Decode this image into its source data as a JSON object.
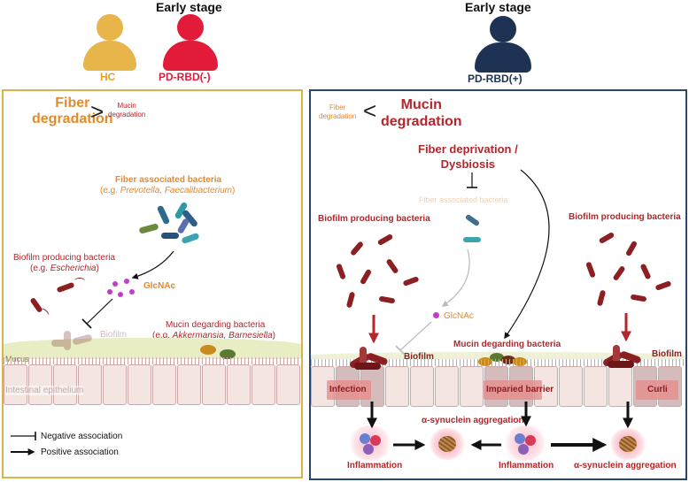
{
  "header": {
    "early_stage_left": "Early stage",
    "early_stage_right": "Early stage",
    "hc": "HC",
    "pd_neg": "PD-RBD(-)",
    "pd_pos": "PD-RBD(+)"
  },
  "left_panel": {
    "fiber_degradation": "Fiber\ndegradation",
    "mucin_degradation": "Mucin\ndegradation",
    "fiber_bacteria_title": "Fiber associated bacteria",
    "fiber_bacteria_examples_prefix": "(e.g. ",
    "fiber_bacteria_examples": "Prevotella, Faecalibacterium",
    "fiber_bacteria_examples_suffix": ")",
    "biofilm_bacteria_title": "Biofilm producing bacteria",
    "biofilm_bacteria_prefix": "(e.g. ",
    "biofilm_bacteria_example": "Escherichia",
    "biofilm_bacteria_suffix": ")",
    "glcnac": "GlcNAc",
    "biofilm": "Biofilm",
    "mucin_bacteria_title": "Mucin degarding bacteria",
    "mucin_bacteria_prefix": "(e.g. ",
    "mucin_bacteria_examples": "Akkermansia, Barnesiella",
    "mucin_bacteria_suffix": ")",
    "mucus": "Mucus",
    "epithelium": "Intestinal epithelium"
  },
  "legend": {
    "negative": "Negative association",
    "positive": "Positive association"
  },
  "right_panel": {
    "fiber_degradation": "Fiber\ndegradation",
    "mucin_degradation": "Mucin\ndegradation",
    "fiber_deprivation": "Fiber deprivation /\nDysbiosis",
    "fiber_bacteria": "Fiber associated bacteria",
    "biofilm_bacteria_left": "Biofilm producing bacteria",
    "biofilm_bacteria_right": "Biofilm producing bacteria",
    "glcnac": "GlcNAc",
    "mucin_bacteria": "Mucin degarding bacteria",
    "biofilm_left": "Biofilm",
    "biofilm_right": "Biofilm",
    "infection": "Infection",
    "impaired_barrier": "Imparied barrier",
    "curli": "Curli",
    "syn_aggregation_mid": "α-synuclein aggregation",
    "inflammation_left": "Inflammation",
    "inflammation_mid": "Inflammation",
    "syn_aggregation_right": "α-synuclein aggregation"
  },
  "colors": {
    "hc": "#e7b54a",
    "pd_neg": "#e31b3a",
    "pd_pos": "#1e3354",
    "left_border": "#d9b44a",
    "right_border": "#27466e",
    "orange_text": "#e58a2a",
    "red_text": "#b3262b",
    "bacteria_red": "#8b1f22"
  }
}
